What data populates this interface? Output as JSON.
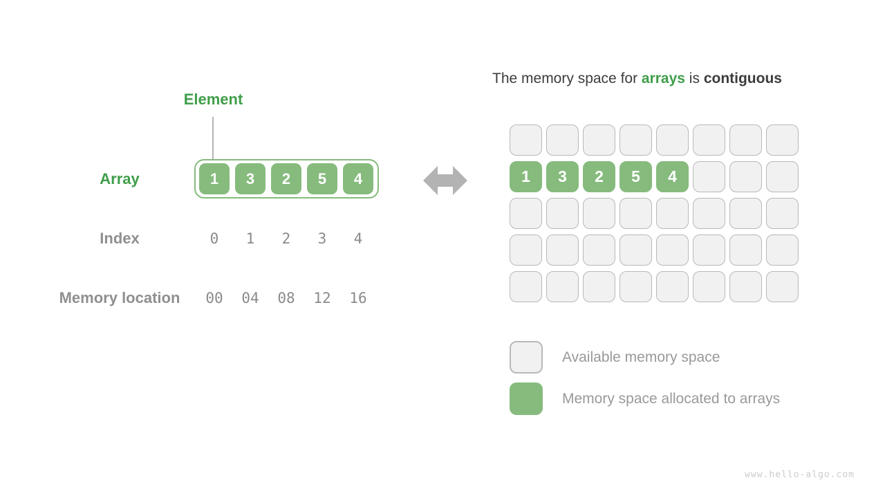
{
  "diagram": {
    "element_label": "Element",
    "array": {
      "label": "Array",
      "values": [
        "1",
        "3",
        "2",
        "5",
        "4"
      ]
    },
    "index": {
      "label": "Index",
      "values": [
        "0",
        "1",
        "2",
        "3",
        "4"
      ]
    },
    "memory_location": {
      "label": "Memory location",
      "values": [
        "00",
        "04",
        "08",
        "12",
        "16"
      ]
    }
  },
  "title": {
    "parts": [
      {
        "text": "The memory space for ",
        "style": "normal"
      },
      {
        "text": "arrays",
        "style": "green-bold"
      },
      {
        "text": " is ",
        "style": "normal"
      },
      {
        "text": "contiguous",
        "style": "dark-bold"
      }
    ]
  },
  "memory_grid": {
    "rows": 5,
    "cols": 8,
    "allocated_row_index": 1,
    "allocated_values": [
      "1",
      "3",
      "2",
      "5",
      "4"
    ]
  },
  "legend": {
    "items": [
      {
        "swatch": "available",
        "label": "Available memory space"
      },
      {
        "swatch": "allocated",
        "label": "Memory space allocated to arrays"
      }
    ]
  },
  "icons": {
    "double_arrow": "left-right-arrow"
  },
  "watermark": "www.hello-algo.com",
  "colors": {
    "green_fill": "#86bb7d",
    "green_text": "#3f9e49",
    "gray_text": "#8f8f8f",
    "dark_text": "#3c3c3c",
    "cell_fill": "#f1f1f1",
    "cell_border": "#b8b8b8",
    "arrow_gray": "#b3b3b3",
    "watermark_gray": "#cccccc"
  }
}
